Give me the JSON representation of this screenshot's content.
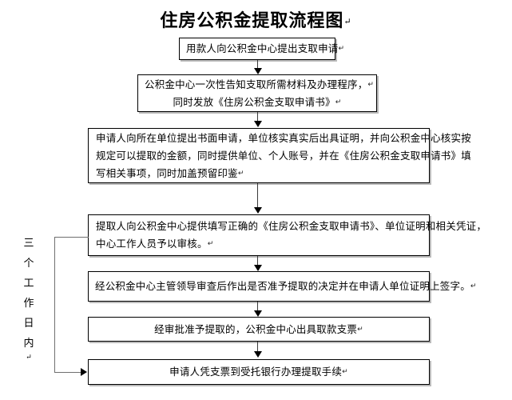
{
  "document": {
    "title": "住房公积金提取流程图",
    "title_mark": "↵",
    "type": "flowchart"
  },
  "side_label": {
    "name": "three-working-days",
    "chars": [
      "三",
      "个",
      "工",
      "作",
      "日",
      "内"
    ],
    "mark": "↵"
  },
  "nodes": [
    {
      "id": "node-1",
      "name": "apply-to-fund-center",
      "lines": [
        "用款人向公积金中心提出支取申请"
      ],
      "marks": [
        "↵"
      ],
      "align": "center"
    },
    {
      "id": "node-2",
      "name": "center-informs-materials",
      "lines": [
        "公积金中心一次性告知支取所需材料及办理程序，",
        "同时发放《住房公积金支取申请书》"
      ],
      "marks": [
        "↵",
        "↵"
      ],
      "align": "center"
    },
    {
      "id": "node-3",
      "name": "written-application-to-employer",
      "lines": [
        "申请人向所在单位提出书面申请，单位核实真实后出具证明，并向公积金中心核实按",
        "规定可以提取的金额，同时提供单位、个人账号，并在《住房公积金支取申请书》填",
        "写相关事项，同时加盖预留印鉴"
      ],
      "marks": [
        "",
        "",
        "↵"
      ],
      "align": "left"
    },
    {
      "id": "node-4",
      "name": "submit-documents-for-review",
      "lines": [
        "提取人向公积金中心提供填写正确的《住房公积金支取申请书》、单位证明和相关凭证，",
        "中心工作人员予以审核。"
      ],
      "marks": [
        "",
        "↵"
      ],
      "align": "left"
    },
    {
      "id": "node-5",
      "name": "leader-approval-and-signature",
      "lines": [
        "经公积金中心主管领导审查后作出是否准予提取的决定并在申请人单位证明上签字。"
      ],
      "marks": [
        "↵"
      ],
      "align": "center"
    },
    {
      "id": "node-6",
      "name": "issue-withdrawal-cheque",
      "lines": [
        "经审批准予提取的，公积金中心出具取款支票"
      ],
      "marks": [
        "↵"
      ],
      "align": "center"
    },
    {
      "id": "node-7",
      "name": "bank-withdrawal-procedure",
      "lines": [
        "申请人凭支票到受托银行办理提取手续"
      ],
      "marks": [
        "↵"
      ],
      "align": "center"
    }
  ],
  "colors": {
    "background": "#ffffff",
    "border": "#000000",
    "shadow": "#828282",
    "connector": "#3a3a3a",
    "bracket": "#6f6f6f",
    "text": "#000000"
  }
}
